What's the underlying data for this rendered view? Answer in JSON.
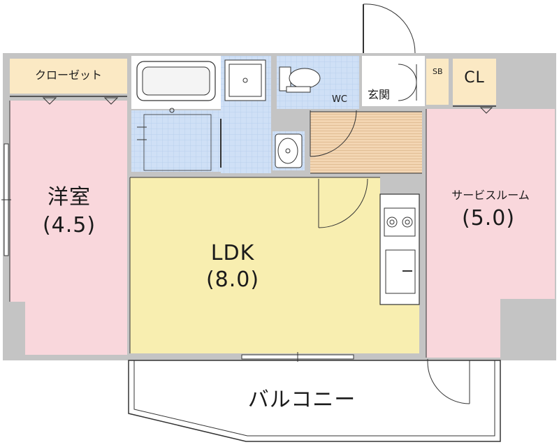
{
  "rooms": {
    "western_room": {
      "name": "洋室",
      "size": "(4.5)",
      "color": "#f9d7dc"
    },
    "ldk": {
      "name": "LDK",
      "size": "(8.0)",
      "color": "#f8eeb0"
    },
    "service_room": {
      "name": "サービスルーム",
      "size": "(5.0)",
      "color": "#f9d7dc"
    },
    "closet": {
      "name": "クローゼット",
      "color": "#fbe9c4"
    },
    "wc": {
      "name": "WC",
      "color": "#cfe0f6"
    },
    "entrance": {
      "name": "玄関"
    },
    "shoe_box": {
      "name": "SB",
      "color": "#fbe9c4"
    },
    "cl": {
      "name": "CL",
      "color": "#fbe9c4"
    },
    "balcony": {
      "name": "バルコニー"
    }
  },
  "colors": {
    "wall": "#c4c4c4",
    "bathroom": "#cfe0f6",
    "entrance_floor": "#f3d6b3",
    "line": "#333333"
  }
}
